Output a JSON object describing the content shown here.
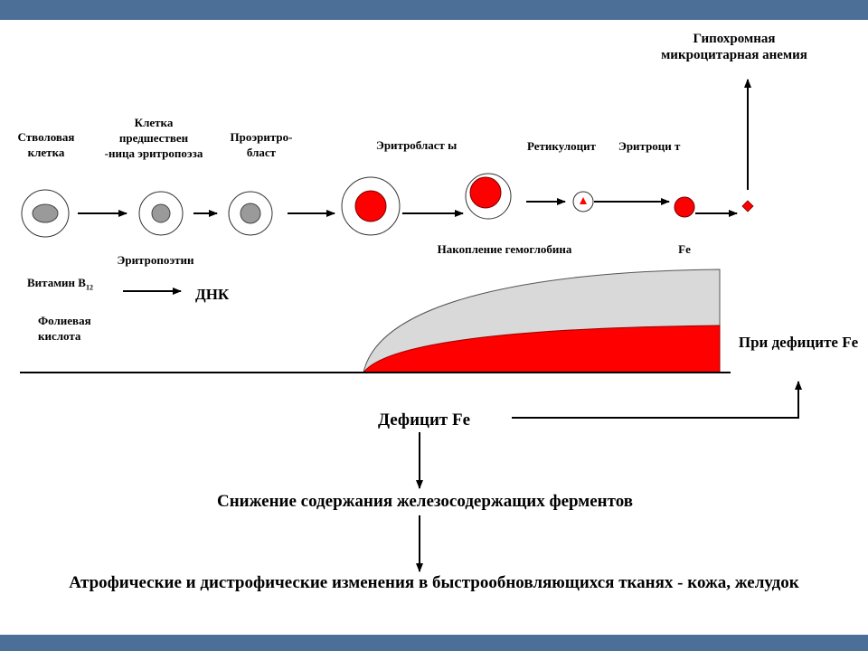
{
  "colors": {
    "band": "#4b6f96",
    "red": "#ff0000",
    "gray_fill": "#d9d9d9",
    "nucleus_gray": "#9a9a9a"
  },
  "icons": {
    "arrow": "arrow-right-icon",
    "cell": "cell-icon"
  },
  "diagram": {
    "top_result": "Гипохромная микроцитарная анемия",
    "cells": [
      {
        "label": "Стволовая клетка"
      },
      {
        "label": "Клетка предшествен -ница эритропоэза"
      },
      {
        "label": "Проэритро- бласт"
      },
      {
        "label": "Эритробласт ы"
      },
      {
        "label": "Ретикулоцит"
      },
      {
        "label": "Эритроци т"
      }
    ],
    "erythropoietin": "Эритропоэтин",
    "hemoglobin_accumulation": "Накопление гемоглобина",
    "fe_label": "Fe",
    "vitamin_b12": "Витамин B",
    "vitamin_sub": "12",
    "dna": "ДНК",
    "folic_acid": "Фолиевая кислота",
    "deficit_note": "При дефиците Fe",
    "deficit_fe": "Дефицит Fe",
    "enzyme_reduction": "Снижение содержания железосодержащих ферментов",
    "atrophic_changes": "Атрофические и дистрофические изменения в быстрообновляющихся тканях - кожа, желудок"
  }
}
